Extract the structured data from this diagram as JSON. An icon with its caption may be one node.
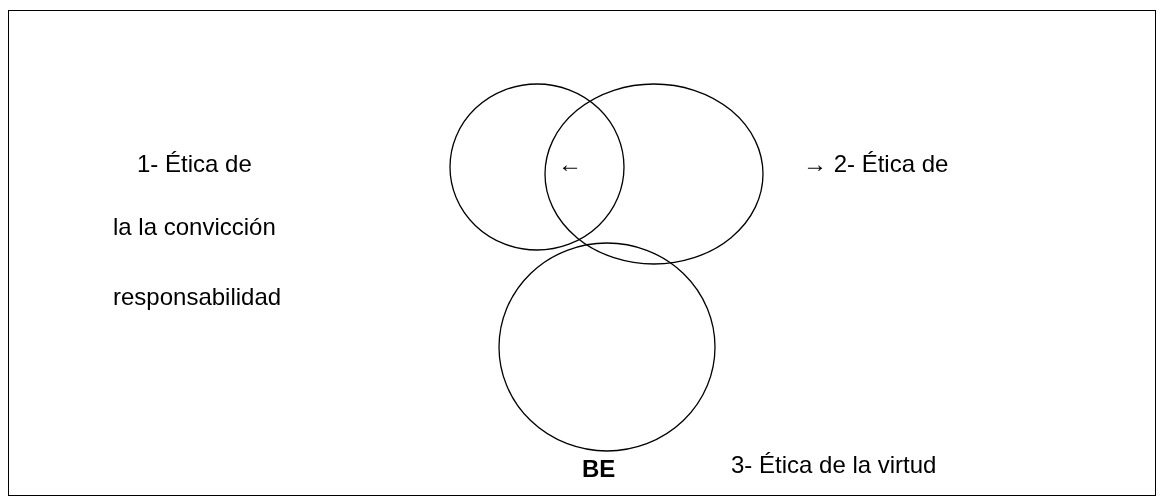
{
  "diagram": {
    "labels": [
      "1- Ética de",
      "←",
      "→ 2- Ética de",
      "la la convicción",
      "responsabilidad",
      "BE",
      "3- Ética de la virtud"
    ]
  }
}
